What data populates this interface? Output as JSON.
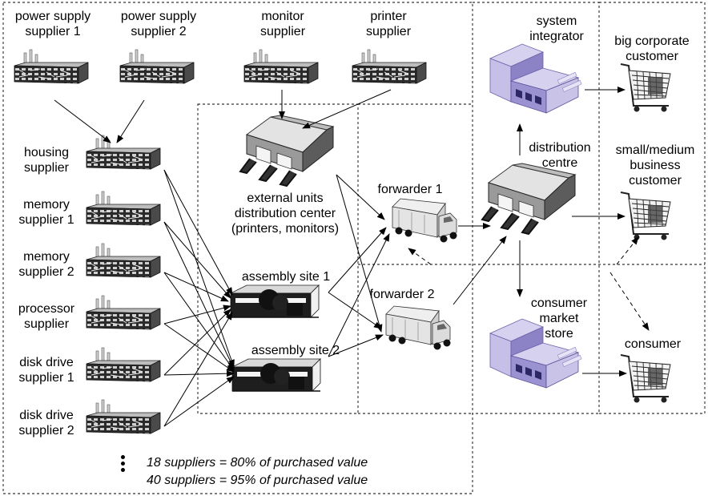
{
  "labels": {
    "ps1": [
      "power supply",
      "supplier 1"
    ],
    "ps2": [
      "power supply",
      "supplier 2"
    ],
    "monitor": [
      "monitor",
      "supplier"
    ],
    "printer": [
      "printer",
      "supplier"
    ],
    "housing": [
      "housing",
      "supplier"
    ],
    "mem1": [
      "memory",
      "supplier 1"
    ],
    "mem2": [
      "memory",
      "supplier 2"
    ],
    "proc": [
      "processor",
      "supplier"
    ],
    "disk1": [
      "disk drive",
      "supplier 1"
    ],
    "disk2": [
      "disk drive",
      "supplier 2"
    ],
    "extdc": [
      "external units",
      "distribution center",
      "(printers, monitors)"
    ],
    "asm1": [
      "assembly site 1"
    ],
    "asm2": [
      "assembly site 2"
    ],
    "fwd1": [
      "forwarder 1"
    ],
    "fwd2": [
      "forwarder 2"
    ],
    "integrator": [
      "system",
      "integrator"
    ],
    "distcentre": [
      "distribution",
      "centre"
    ],
    "cms": [
      "consumer",
      "market",
      "store"
    ],
    "bigcorp": [
      "big corporate",
      "customer"
    ],
    "smb": [
      "small/medium",
      "business",
      "customer"
    ],
    "consumer": [
      "consumer"
    ]
  },
  "notes": {
    "line1": "18 suppliers = 80% of purchased value",
    "line2": "40 suppliers = 95% of purchased value"
  },
  "colors": {
    "factory": "#2b2b2b",
    "warehouse_roof": "#d9d9d9",
    "truck": "#e6e6e6",
    "purple_light": "#c9c3e6",
    "purple_mid": "#9c93d0",
    "purple_dark": "#4b3f8f",
    "cart": "#3a3a3a"
  },
  "icons": {
    "factory": "factory-icon",
    "warehouse": "warehouse-icon",
    "assembly": "assembly-plant-icon",
    "truck": "truck-icon",
    "purple_building": "building-icon",
    "cart": "shopping-cart-icon"
  }
}
